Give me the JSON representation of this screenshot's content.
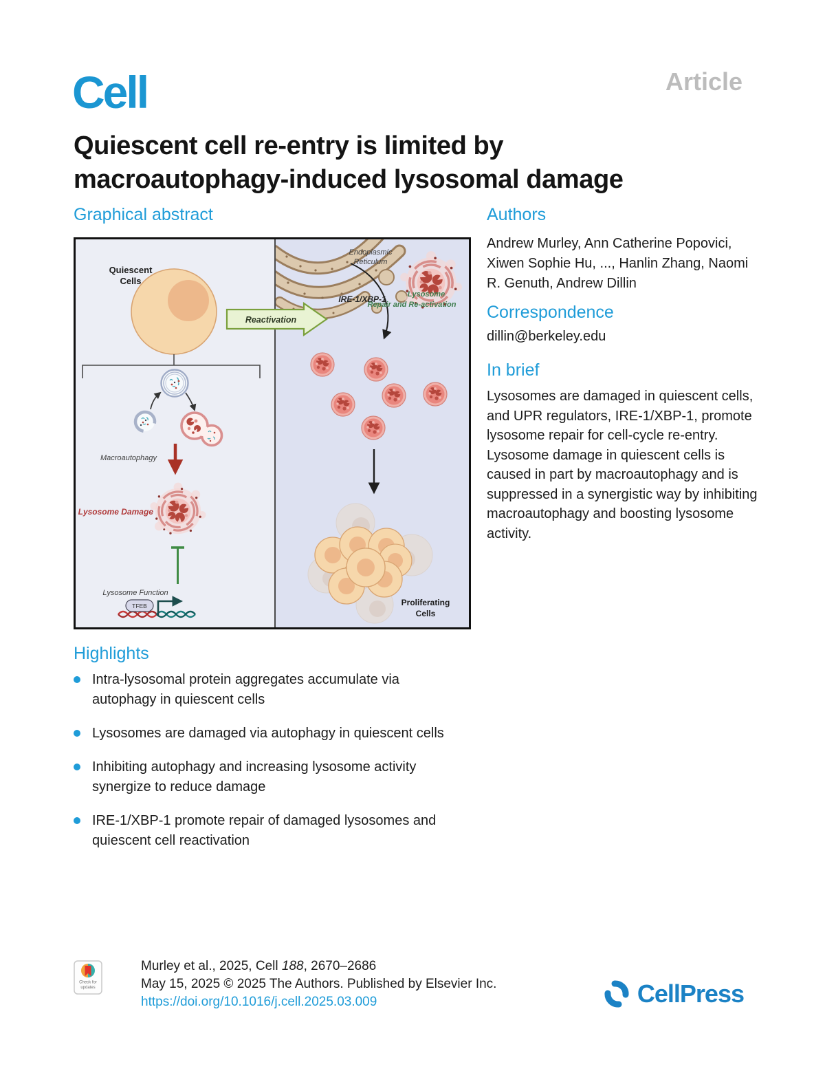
{
  "header": {
    "journal_logo": "Cell",
    "article_type": "Article"
  },
  "title": {
    "line1": "Quiescent cell re-entry is limited by",
    "line2": "macroautophagy-induced lysosomal damage"
  },
  "sections": {
    "graphical_abstract_heading": "Graphical abstract",
    "authors_heading": "Authors",
    "authors": "Andrew Murley, Ann Catherine Popovici, Xiwen Sophie Hu, ..., Hanlin Zhang, Naomi R. Genuth, Andrew Dillin",
    "correspondence_heading": "Correspondence",
    "correspondence_email": "dillin@berkeley.edu",
    "in_brief_heading": "In brief",
    "in_brief": "Lysosomes are damaged in quiescent cells, and UPR regulators, IRE-1/XBP-1, promote lysosome repair for cell-cycle re-entry. Lysosome damage in quiescent cells is caused in part by macroautophagy and is suppressed in a synergistic way by inhibiting macroautophagy and boosting lysosome activity.",
    "highlights_heading": "Highlights",
    "highlights": [
      "Intra-lysosomal protein aggregates accumulate via autophagy in quiescent cells",
      "Lysosomes are damaged via autophagy in quiescent cells",
      "Inhibiting autophagy and increasing lysosome activity synergize to reduce damage",
      "IRE-1/XBP-1 promote repair of damaged lysosomes and quiescent cell reactivation"
    ]
  },
  "figure": {
    "quiescent_l1": "Quiescent",
    "quiescent_l2": "Cells",
    "reactivation": "Reactivation",
    "er_l1": "Endoplasmic",
    "er_l2": "Reticulum",
    "ire": "IRE-1/XBP-1",
    "repair_l1": "Lysosome",
    "repair_l2": "Repair and Re-activation",
    "macroautophagy": "Macroautophagy",
    "lysosome_damage": "Lysosome Damage",
    "lysosome_function": "Lysosome Function",
    "tfeb": "TFEB",
    "proliferating_l1": "Proliferating",
    "proliferating_l2": "Cells"
  },
  "footer": {
    "citation_pre": "Murley et al., 2025, Cell ",
    "citation_volume": "188",
    "citation_post": ", 2670–2686",
    "line2": "May 15, 2025 © 2025 The Authors. Published by Elsevier Inc.",
    "doi": "https://doi.org/10.1016/j.cell.2025.03.009",
    "badge_line1": "Check for",
    "badge_line2": "updates",
    "publisher_logo": "CellPress"
  },
  "colors": {
    "accent_blue": "#1f9cd8",
    "logo_blue": "#1b96d2",
    "cellpress_blue": "#1b82c5",
    "article_gray": "#bcbcbc",
    "damage_red": "#b03a3a",
    "repair_green": "#3e7d4e",
    "left_panel_bg": "#eceef5",
    "right_panel_bg": "#dde1f1"
  }
}
